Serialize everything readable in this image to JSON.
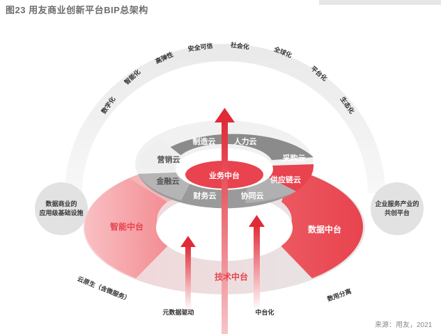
{
  "title": "图23 用友商业创新平台BIP总架构",
  "source": "来源：用友，2021",
  "arc_labels": [
    "数字化",
    "智能化",
    "高弹性",
    "安全可信",
    "社会化",
    "全球化",
    "平台化",
    "生态化"
  ],
  "left_bubble": [
    "数据商业的",
    "应用级基础设施"
  ],
  "right_bubble": [
    "企业服务产业的",
    "共创平台"
  ],
  "bottom_ring": {
    "left": "智能中台",
    "right": "数据中台",
    "bottom": "技术中台"
  },
  "top_ring": {
    "center": "业务中台",
    "segments": [
      "制造云",
      "人力云",
      "采购云",
      "供应链云",
      "协同云",
      "财务云",
      "金融云",
      "营销云"
    ]
  },
  "bottom_labels": {
    "cloud_native": "云原生（含微服务）",
    "data_driven": "元数据驱动",
    "middle_office": "中台化",
    "separation": "数用分离"
  },
  "colors": {
    "red": "#e8434e",
    "pink": "#f6a3a8",
    "dark_gray": "#8a8a8a",
    "light_gray": "#e4e4e4"
  }
}
